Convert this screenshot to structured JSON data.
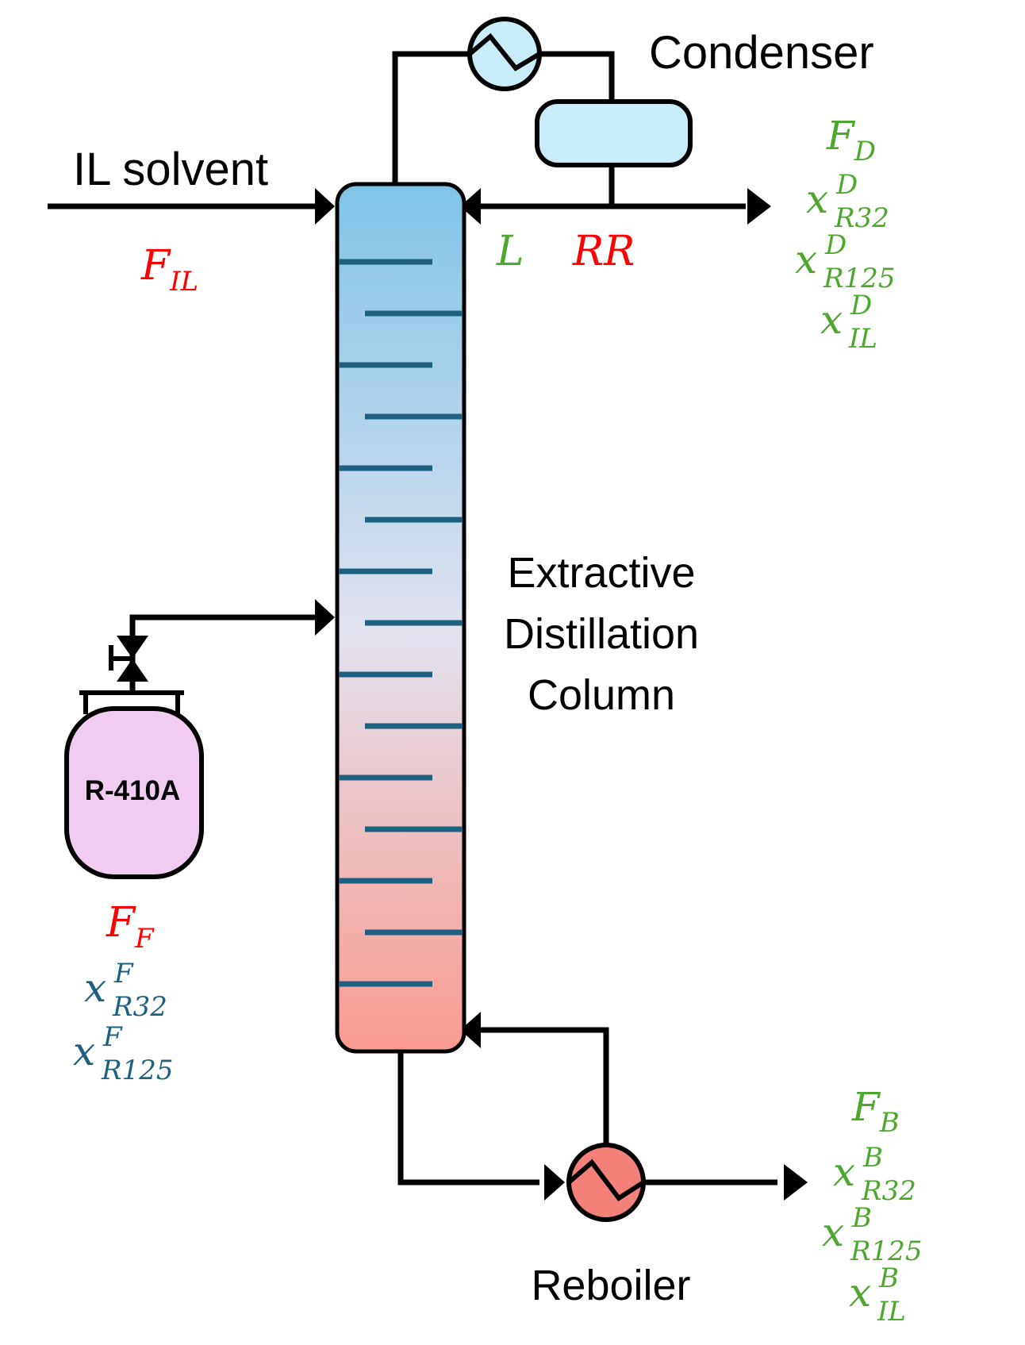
{
  "labels": {
    "condenser": "Condenser",
    "il_solvent": "IL solvent",
    "column_line1": "Extractive",
    "column_line2": "Distillation",
    "column_line3": "Column",
    "reboiler": "Reboiler",
    "tank": "R-410A"
  },
  "variables": {
    "F_IL": {
      "base": "F",
      "sub": "IL"
    },
    "L": {
      "base": "L"
    },
    "RR": {
      "base": "RR"
    },
    "F_D": {
      "base": "F",
      "sub": "D"
    },
    "x_D_R32": {
      "base": "x",
      "sup": "D",
      "sub": "R32"
    },
    "x_D_R125": {
      "base": "x",
      "sup": "D",
      "sub": "R125"
    },
    "x_D_IL": {
      "base": "x",
      "sup": "D",
      "sub": "IL"
    },
    "F_F": {
      "base": "F",
      "sub": "F"
    },
    "x_F_R32": {
      "base": "x",
      "sup": "F",
      "sub": "R32"
    },
    "x_F_R125": {
      "base": "x",
      "sup": "F",
      "sub": "R125"
    },
    "F_B": {
      "base": "F",
      "sub": "B"
    },
    "x_B_R32": {
      "base": "x",
      "sup": "B",
      "sub": "R32"
    },
    "x_B_R125": {
      "base": "x",
      "sup": "B",
      "sub": "R125"
    },
    "x_B_IL": {
      "base": "x",
      "sup": "B",
      "sub": "IL"
    }
  },
  "colors": {
    "input_vars": "#ff0000",
    "output_vars": "#4ea72e",
    "feed_composition": "#1e6080",
    "column_top": "#7ec4e8",
    "column_mid": "#e2e2ee",
    "column_bottom": "#fa9a90",
    "condenser_fill": "#c8ecf8",
    "reboiler_fill": "#f4807a",
    "tank_fill": "#f0cdf0",
    "tray": "#1e6080"
  }
}
